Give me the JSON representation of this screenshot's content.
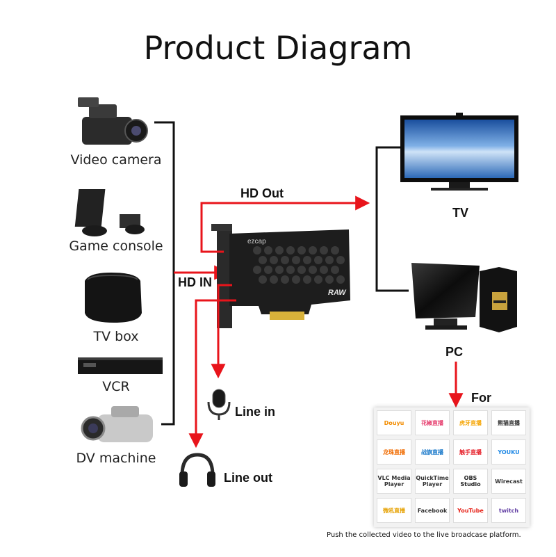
{
  "title": "Product Diagram",
  "sources": [
    {
      "label": "Video camera"
    },
    {
      "label": "Game console"
    },
    {
      "label": "TV box"
    },
    {
      "label": "VCR"
    },
    {
      "label": "DV machine"
    }
  ],
  "card": {
    "brand": "ezcap",
    "badge": "RAW"
  },
  "connections": {
    "hd_out": "HD Out",
    "hd_in": "HD IN"
  },
  "outputs": {
    "tv": "TV",
    "pc": "PC",
    "for": "For",
    "line_in": "Line in",
    "line_out": "Line out"
  },
  "platforms": [
    {
      "name": "Douyu",
      "color": "#f28c00"
    },
    {
      "name": "花椒直播",
      "color": "#e53a6b"
    },
    {
      "name": "虎牙直播",
      "color": "#f5a400"
    },
    {
      "name": "熊猫直播",
      "color": "#2e2e2e"
    },
    {
      "name": "龙珠直播",
      "color": "#f06b00"
    },
    {
      "name": "战旗直播",
      "color": "#1677c9"
    },
    {
      "name": "触手直播",
      "color": "#e61e28"
    },
    {
      "name": "YOUKU",
      "color": "#1e88e5"
    },
    {
      "name": "VLC Media Player",
      "color": "#333333"
    },
    {
      "name": "QuickTime Player",
      "color": "#333333"
    },
    {
      "name": "OBS Studio",
      "color": "#222222"
    },
    {
      "name": "Wirecast",
      "color": "#333333"
    },
    {
      "name": "微吼直播",
      "color": "#e6a100"
    },
    {
      "name": "Facebook",
      "color": "#333333"
    },
    {
      "name": "YouTube",
      "color": "#e62117"
    },
    {
      "name": "twitch",
      "color": "#6441a5"
    }
  ],
  "footnote": "Push the collected video to the live broadcase platform.",
  "colors": {
    "arrow": "#e8141b",
    "line": "#111111",
    "card": "#1d1d1d"
  }
}
